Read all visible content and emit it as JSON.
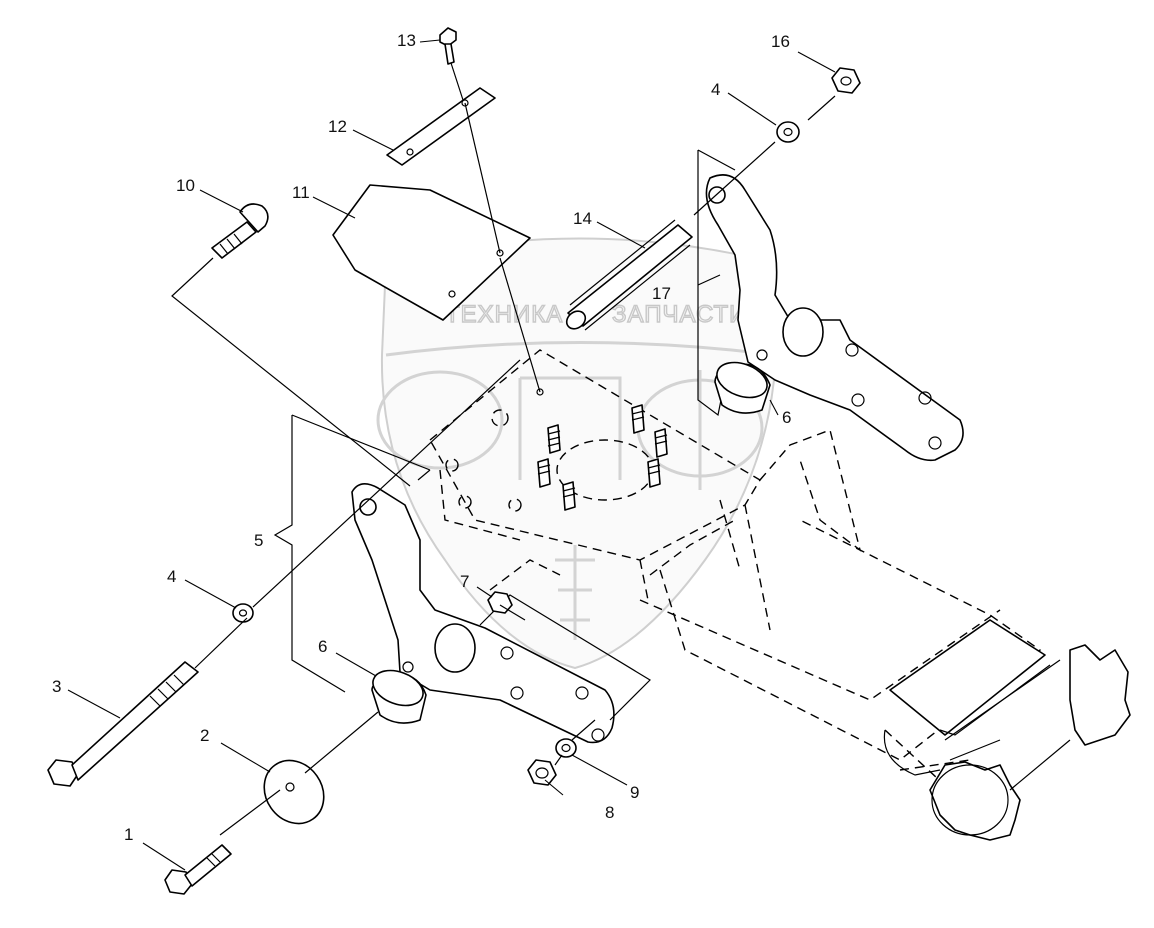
{
  "watermark": {
    "text_left": "ТЕХНИКА",
    "text_right": "ЗАПЧАСТИ"
  },
  "callouts": [
    {
      "id": "c1",
      "label": "1"
    },
    {
      "id": "c2",
      "label": "2"
    },
    {
      "id": "c3",
      "label": "3"
    },
    {
      "id": "c4a",
      "label": "4"
    },
    {
      "id": "c4b",
      "label": "4"
    },
    {
      "id": "c5",
      "label": "5"
    },
    {
      "id": "c6a",
      "label": "6"
    },
    {
      "id": "c6b",
      "label": "6"
    },
    {
      "id": "c7",
      "label": "7"
    },
    {
      "id": "c8",
      "label": "8"
    },
    {
      "id": "c9",
      "label": "9"
    },
    {
      "id": "c10",
      "label": "10"
    },
    {
      "id": "c11",
      "label": "11"
    },
    {
      "id": "c12",
      "label": "12"
    },
    {
      "id": "c13",
      "label": "13"
    },
    {
      "id": "c14",
      "label": "14"
    },
    {
      "id": "c16",
      "label": "16"
    },
    {
      "id": "c17",
      "label": "17"
    }
  ]
}
